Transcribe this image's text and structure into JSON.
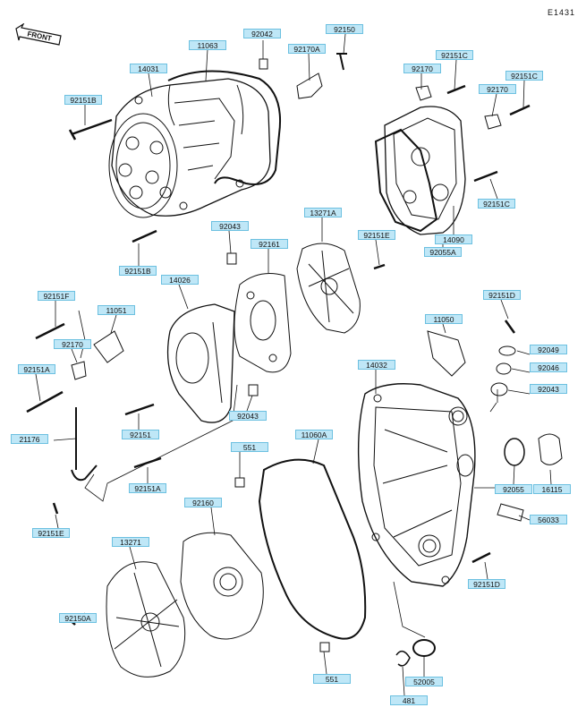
{
  "diagram_code": "E1431",
  "front_label": "FRONT",
  "colors": {
    "label_fill": "#bfe7f7",
    "label_border": "#6cc0e0",
    "line": "#111111"
  },
  "parts": [
    {
      "id": "p1",
      "text": "11063"
    },
    {
      "id": "p2",
      "text": "92042"
    },
    {
      "id": "p3",
      "text": "92150"
    },
    {
      "id": "p4",
      "text": "14031"
    },
    {
      "id": "p5",
      "text": "92170A"
    },
    {
      "id": "p6",
      "text": "92170"
    },
    {
      "id": "p7",
      "text": "92151C"
    },
    {
      "id": "p8",
      "text": "92151C"
    },
    {
      "id": "p9",
      "text": "92170"
    },
    {
      "id": "p10",
      "text": "92151B"
    },
    {
      "id": "p11",
      "text": "92151C"
    },
    {
      "id": "p12",
      "text": "14090"
    },
    {
      "id": "p13",
      "text": "92055A"
    },
    {
      "id": "p14",
      "text": "13271A"
    },
    {
      "id": "p15",
      "text": "92043"
    },
    {
      "id": "p16",
      "text": "92161"
    },
    {
      "id": "p17",
      "text": "92151E"
    },
    {
      "id": "p18",
      "text": "92151B"
    },
    {
      "id": "p19",
      "text": "14026"
    },
    {
      "id": "p20",
      "text": "92151F"
    },
    {
      "id": "p21",
      "text": "11051"
    },
    {
      "id": "p22",
      "text": "92170"
    },
    {
      "id": "p23",
      "text": "92151A"
    },
    {
      "id": "p24",
      "text": "11050"
    },
    {
      "id": "p25",
      "text": "92151D"
    },
    {
      "id": "p26",
      "text": "92049"
    },
    {
      "id": "p27",
      "text": "92046"
    },
    {
      "id": "p28",
      "text": "92043"
    },
    {
      "id": "p29",
      "text": "14032"
    },
    {
      "id": "p30",
      "text": "92043"
    },
    {
      "id": "p31",
      "text": "21176"
    },
    {
      "id": "p32",
      "text": "92151"
    },
    {
      "id": "p33",
      "text": "551"
    },
    {
      "id": "p34",
      "text": "11060A"
    },
    {
      "id": "p35",
      "text": "92151A"
    },
    {
      "id": "p36",
      "text": "92055"
    },
    {
      "id": "p37",
      "text": "16115"
    },
    {
      "id": "p38",
      "text": "92151E"
    },
    {
      "id": "p39",
      "text": "92160"
    },
    {
      "id": "p40",
      "text": "56033"
    },
    {
      "id": "p41",
      "text": "13271"
    },
    {
      "id": "p42",
      "text": "92151D"
    },
    {
      "id": "p43",
      "text": "92150A"
    },
    {
      "id": "p44",
      "text": "551"
    },
    {
      "id": "p45",
      "text": "52005"
    },
    {
      "id": "p46",
      "text": "481"
    }
  ]
}
